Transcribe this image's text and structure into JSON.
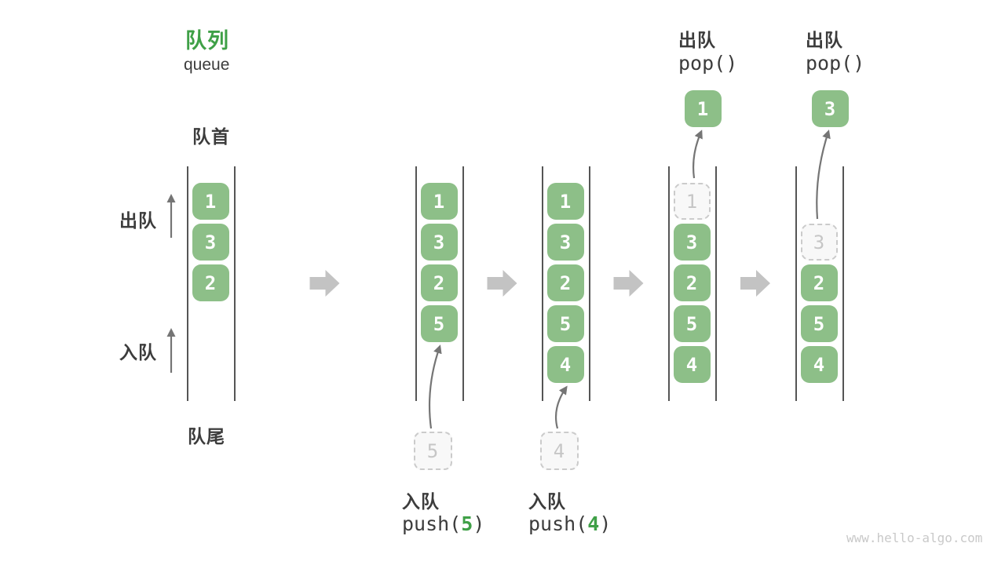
{
  "title": {
    "zh": "队列",
    "en": "queue"
  },
  "labels": {
    "front": "队首",
    "rear": "队尾",
    "dequeue_side": "出队",
    "enqueue_side": "入队"
  },
  "operations": {
    "push_prefix": "push(",
    "push_suffix": ")",
    "pop_code": "pop()"
  },
  "watermark": "www.hello-algo.com",
  "colors": {
    "accent_green": "#3FA047",
    "cell_green": "#8DBF88",
    "cell_text": "#FFFFFF",
    "ghost_border": "#CBCBCB",
    "ghost_fill": "#F8F8F8",
    "ghost_text": "#C6C6C6",
    "wall": "#555555",
    "thin_arrow": "#757575",
    "block_arrow": "#C3C3C3",
    "text_dark": "#3C3C3C",
    "watermark_color": "#C9C9C9"
  },
  "states": [
    {
      "name": "initial",
      "slots": [
        {
          "slot": 0,
          "value": "1",
          "style": "solid"
        },
        {
          "slot": 1,
          "value": "3",
          "style": "solid"
        },
        {
          "slot": 2,
          "value": "2",
          "style": "solid"
        }
      ]
    },
    {
      "name": "after-push-5",
      "slots": [
        {
          "slot": 0,
          "value": "1",
          "style": "solid"
        },
        {
          "slot": 1,
          "value": "3",
          "style": "solid"
        },
        {
          "slot": 2,
          "value": "2",
          "style": "solid"
        },
        {
          "slot": 3,
          "value": "5",
          "style": "solid"
        }
      ],
      "incoming": {
        "value": "5"
      },
      "caption": {
        "zh": "入队",
        "arg": "5"
      }
    },
    {
      "name": "after-push-4",
      "slots": [
        {
          "slot": 0,
          "value": "1",
          "style": "solid"
        },
        {
          "slot": 1,
          "value": "3",
          "style": "solid"
        },
        {
          "slot": 2,
          "value": "2",
          "style": "solid"
        },
        {
          "slot": 3,
          "value": "5",
          "style": "solid"
        },
        {
          "slot": 4,
          "value": "4",
          "style": "solid"
        }
      ],
      "incoming": {
        "value": "4"
      },
      "caption": {
        "zh": "入队",
        "arg": "4"
      }
    },
    {
      "name": "after-pop-1",
      "slots": [
        {
          "slot": 0,
          "value": "1",
          "style": "ghost"
        },
        {
          "slot": 1,
          "value": "3",
          "style": "solid"
        },
        {
          "slot": 2,
          "value": "2",
          "style": "solid"
        },
        {
          "slot": 3,
          "value": "5",
          "style": "solid"
        },
        {
          "slot": 4,
          "value": "4",
          "style": "solid"
        }
      ],
      "outgoing": {
        "value": "1"
      },
      "header": {
        "zh": "出队",
        "code": "pop()"
      }
    },
    {
      "name": "after-pop-3",
      "slots": [
        {
          "slot": 1,
          "value": "3",
          "style": "ghost"
        },
        {
          "slot": 2,
          "value": "2",
          "style": "solid"
        },
        {
          "slot": 3,
          "value": "5",
          "style": "solid"
        },
        {
          "slot": 4,
          "value": "4",
          "style": "solid"
        }
      ],
      "outgoing": {
        "value": "3"
      },
      "header": {
        "zh": "出队",
        "code": "pop()"
      }
    }
  ]
}
